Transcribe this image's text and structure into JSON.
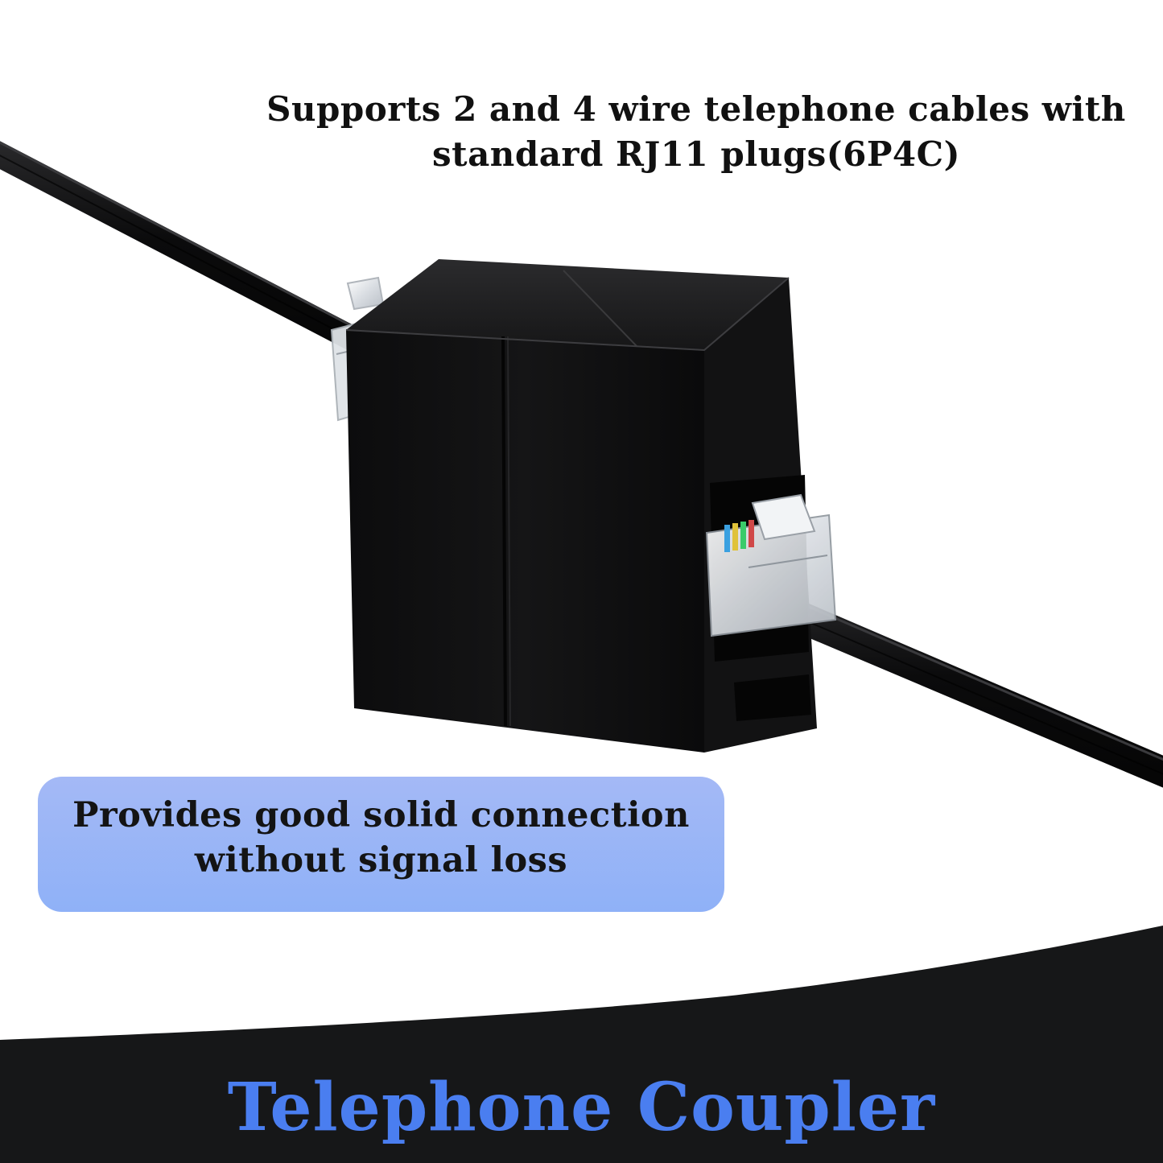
{
  "caption_top": {
    "line1": "Supports 2 and 4 wire telephone cables with",
    "line2": "standard RJ11 plugs(6P4C)"
  },
  "badge": {
    "line1": "Provides good solid connection",
    "line2": "without signal loss",
    "color": "#96b3f7"
  },
  "footer": {
    "title": "Telephone Coupler",
    "title_color": "#4a7ef0",
    "band_color": "#161718"
  },
  "colors": {
    "background": "#ffffff",
    "cable": "#0b0b0c",
    "coupler_body": "#0e0e0f",
    "plug_clear": "#e9ecef"
  }
}
